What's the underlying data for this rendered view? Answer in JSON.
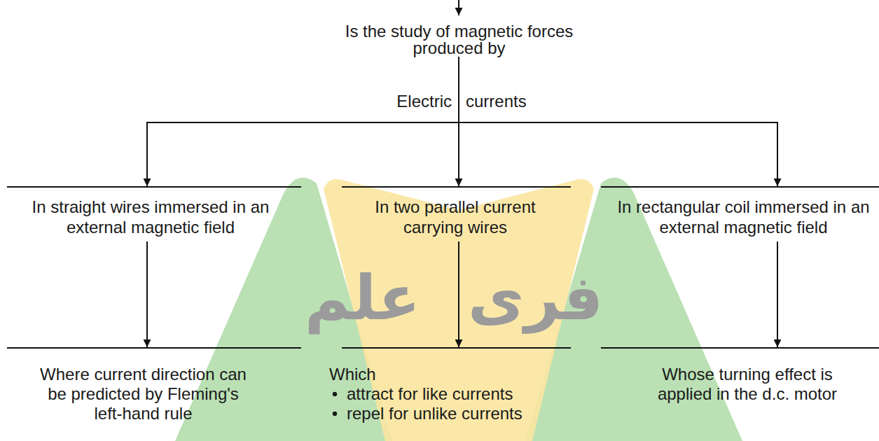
{
  "diagram": {
    "nodes": [
      {
        "text": [
          "Is the study of magnetic forces produced by"
        ]
      },
      {
        "text": [
          "Electric",
          "currents"
        ]
      },
      {
        "text": [
          "In straight wires immersed in an external magnetic field"
        ]
      },
      {
        "text": [
          "In two parallel current carrying wires"
        ]
      },
      {
        "text": [
          "In rectangular coil immersed in an external magnetic field"
        ]
      },
      {
        "text": [
          "Where current direction can be predicted by Fleming's left-hand rule"
        ]
      },
      {
        "text": [
          "Which",
          "attract for like currents",
          "repel for unlike currents"
        ]
      },
      {
        "text": [
          "Whose turning effect is applied in the d.c. motor"
        ]
      }
    ],
    "edges": [
      {
        "from": 0,
        "to": 1,
        "arrow": "none"
      },
      {
        "from": 1,
        "to": 2,
        "arrow": "to"
      },
      {
        "from": 1,
        "to": 3,
        "arrow": "to"
      },
      {
        "from": 1,
        "to": 4,
        "arrow": "to"
      },
      {
        "from": 2,
        "to": 5,
        "arrow": "to"
      },
      {
        "from": 3,
        "to": 6,
        "arrow": "to"
      },
      {
        "from": 4,
        "to": 7,
        "arrow": "to"
      }
    ],
    "labels": [
      "فری",
      "علم"
    ]
  }
}
